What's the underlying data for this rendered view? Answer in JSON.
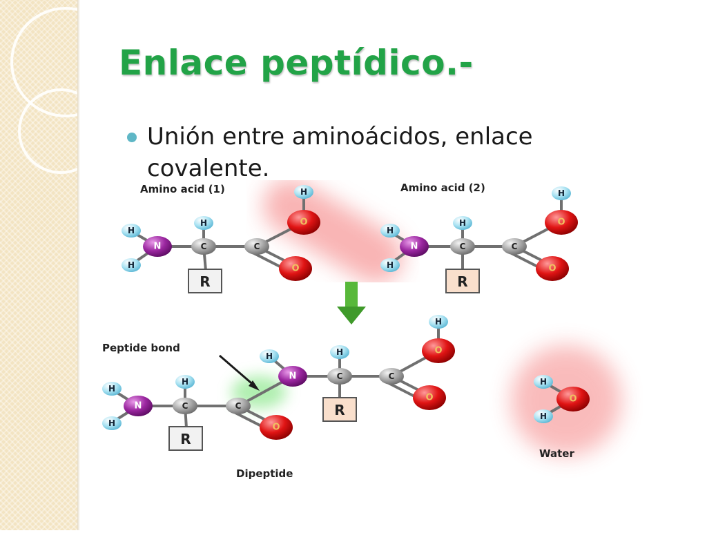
{
  "slide": {
    "title": "Enlace peptídico.-",
    "bullet": "Unión entre aminoácidos, enlace covalente."
  },
  "diagram": {
    "label_amino_acid_1": "Amino acid (1)",
    "label_amino_acid_2": "Amino acid (2)",
    "label_peptide_bond": "Peptide bond",
    "label_dipeptide": "Dipeptide",
    "label_water": "Water",
    "atoms": {
      "hydrogen": "H",
      "nitrogen": "N",
      "carbon": "C",
      "oxygen": "O",
      "r_group": "R"
    }
  },
  "colors": {
    "title": "#22a347",
    "bullet": "#5fb7c6",
    "hydrogen": "#8fd6ea",
    "nitrogen": "#8a1a8e",
    "carbon": "#9a9a9a",
    "oxygen": "#e01010",
    "arrow": "#58b83a",
    "highlight_red": "#f08080",
    "highlight_green": "#9ee89e"
  },
  "icons": {
    "reaction_arrow": "arrow-down-icon",
    "bond_pointer": "arrow-pointer-icon"
  }
}
